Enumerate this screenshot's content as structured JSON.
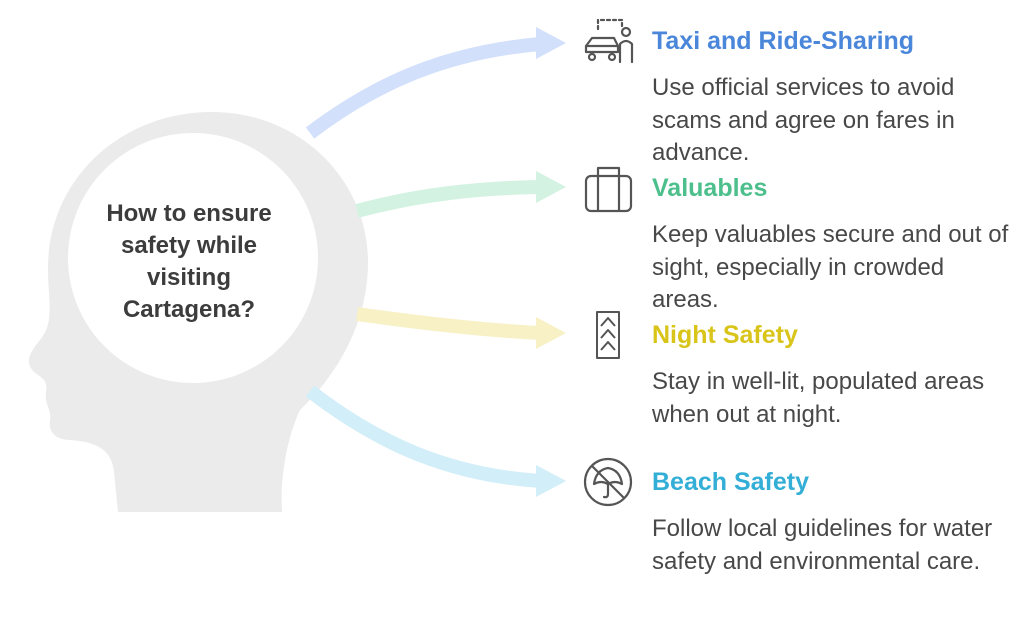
{
  "central": {
    "question": "How to ensure safety while visiting Cartagena?"
  },
  "items": [
    {
      "title": "Taxi and Ride-Sharing",
      "description": "Use official services to avoid scams and agree on fares in advance.",
      "color": "#4a86d9",
      "arrow_color": "#d3e0fb",
      "icon": "taxi-passenger-icon"
    },
    {
      "title": "Valuables",
      "description": "Keep valuables secure and out of sight, especially in crowded areas.",
      "color": "#4dbf8c",
      "arrow_color": "#d3f2e2",
      "icon": "luggage-icon"
    },
    {
      "title": "Night Safety",
      "description": "Stay in well-lit, populated areas when out at night.",
      "color": "#d9c51a",
      "arrow_color": "#f8f1c6",
      "icon": "chevrons-up-icon"
    },
    {
      "title": "Beach Safety",
      "description": "Follow local guidelines for water safety and environmental care.",
      "color": "#33aed6",
      "arrow_color": "#d2eef8",
      "icon": "no-umbrella-icon"
    }
  ],
  "colors": {
    "head": "#ebebeb",
    "head_circle": "#ffffff",
    "question_text": "#3c3c3c",
    "icon_stroke": "#555555"
  }
}
